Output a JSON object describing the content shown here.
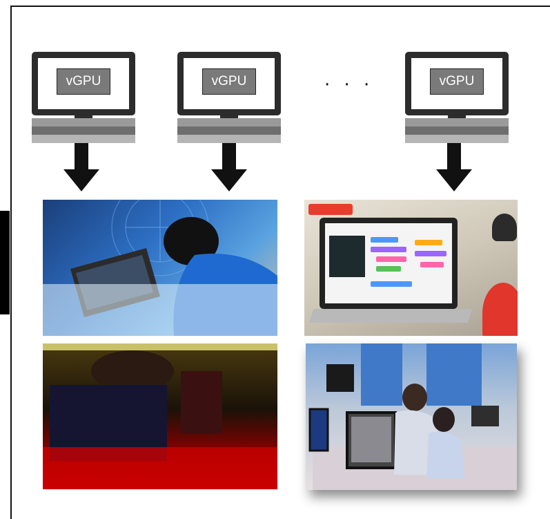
{
  "monitors": [
    {
      "label": "vGPU"
    },
    {
      "label": "vGPU"
    },
    {
      "label": "vGPU"
    }
  ],
  "ellipsis": "· · ·",
  "photos": [
    {
      "name": "student-touchscreen-photo"
    },
    {
      "name": "laptop-coding-photo"
    },
    {
      "name": "dark-classroom-photo"
    },
    {
      "name": "computer-lab-photo"
    }
  ]
}
